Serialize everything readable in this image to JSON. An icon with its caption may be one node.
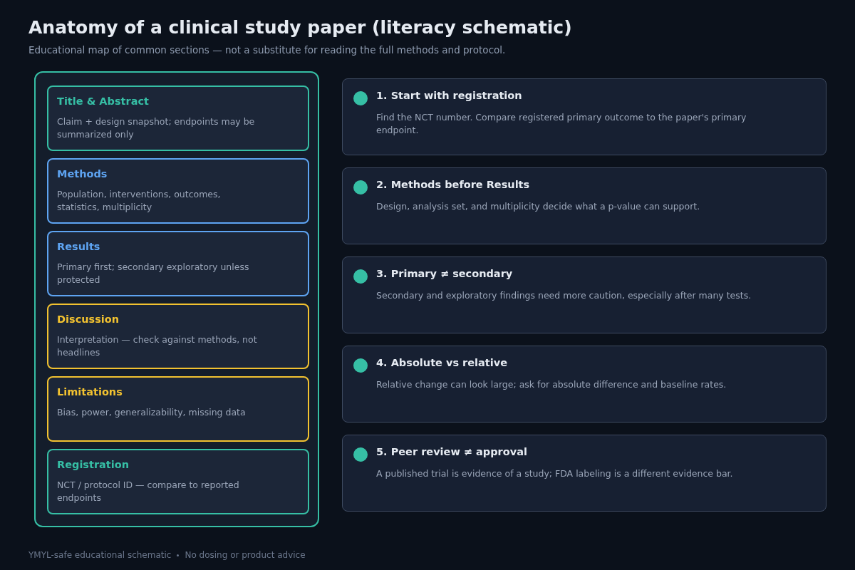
{
  "diagram": {
    "title": "Anatomy of a clinical study paper (literacy schematic)",
    "caption": "Educational map of common sections — not a substitute for reading the full methods and protocol.",
    "nodes": [
      {
        "text": [],
        "shape": "box"
      },
      {
        "text": [
          "Title & Abstract",
          "Claim + design snapshot; endpoints may be summarized only"
        ],
        "in": 0
      },
      {
        "text": [
          "Methods",
          "Population, interventions, outcomes, statistics, multiplicity"
        ],
        "in": 0
      },
      {
        "text": [
          "Results",
          "Primary first; secondary exploratory unless protected"
        ],
        "in": 0
      },
      {
        "text": [
          "Discussion",
          "Interpretation — check against methods, not headlines"
        ],
        "in": 0
      },
      {
        "text": [
          "Limitations",
          "Bias, power, generalizability, missing data"
        ],
        "in": 0
      },
      {
        "text": [
          "Registration",
          "NCT / protocol ID — compare to reported endpoints"
        ],
        "in": 0
      },
      {
        "text": [
          "1. Start with registration",
          "Find the NCT number. Compare registered primary outcome to the paper's primary endpoint."
        ]
      },
      {
        "text": [
          "2. Methods before Results",
          "Design, analysis set, and multiplicity decide what a p-value can support."
        ]
      },
      {
        "text": [
          "3. Primary ≠ secondary",
          "Secondary and exploratory findings need more caution, especially after many tests."
        ]
      },
      {
        "text": [
          "4. Absolute vs relative",
          "Relative change can look large; ask for absolute difference and baseline rates."
        ]
      },
      {
        "text": [
          "5. Peer review ≠ approval",
          "A published trial is evidence of a study; FDA labeling is a different evidence bar."
        ]
      }
    ],
    "labels": [
      "YMYL-safe educational schematic",
      "No dosing or product advice"
    ]
  }
}
